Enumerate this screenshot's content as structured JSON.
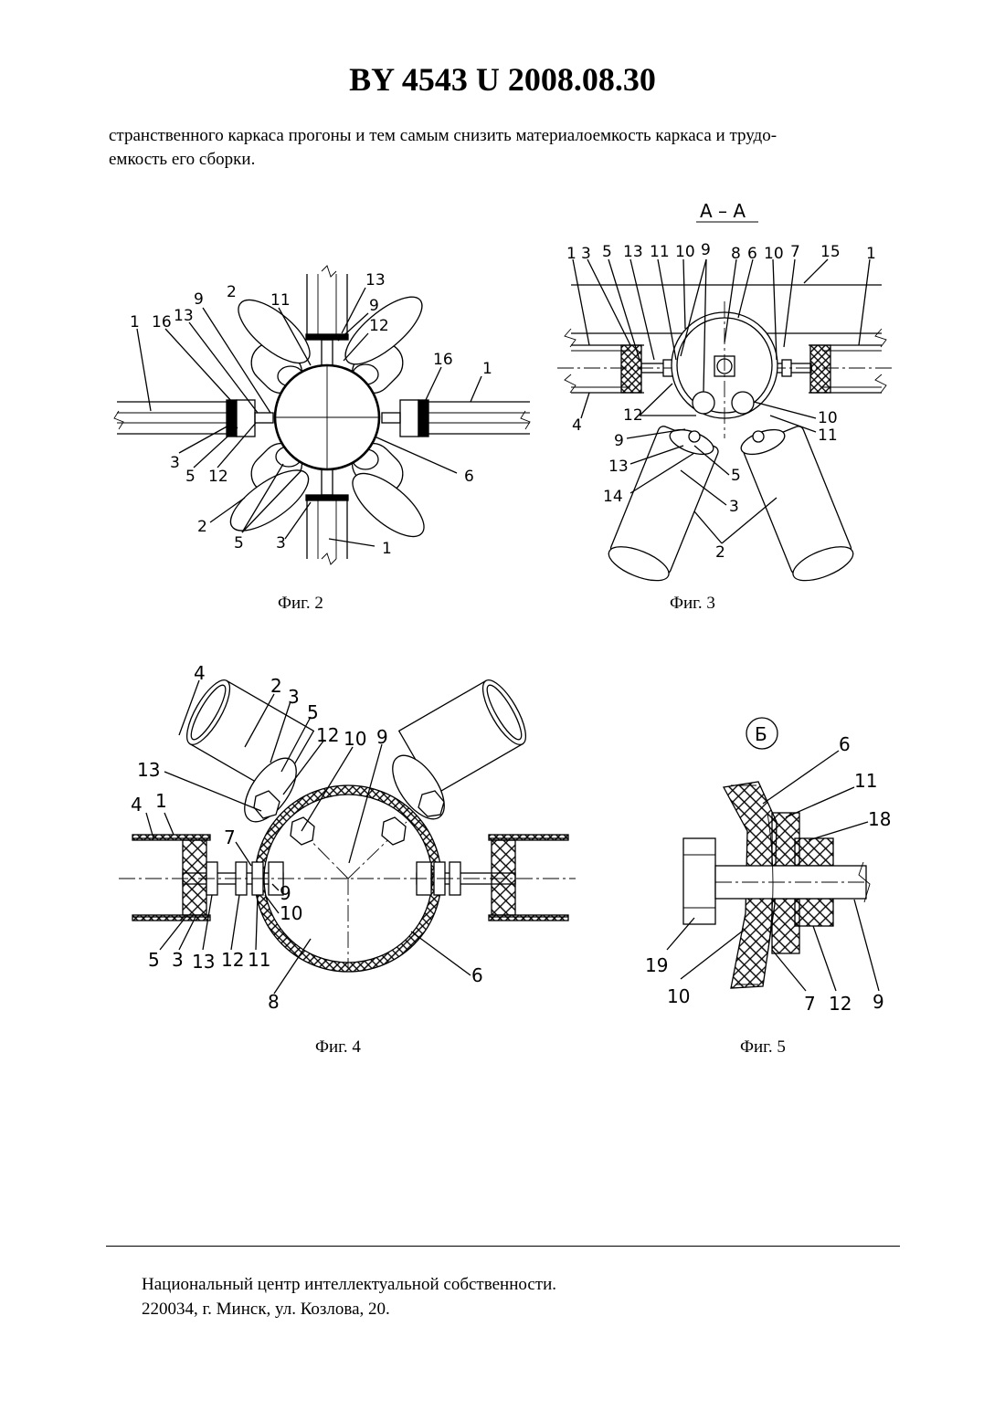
{
  "header": {
    "title": "BY  4543  U  2008.08.30"
  },
  "body_text": {
    "line1": "странственного каркаса прогоны и тем самым снизить материалоемкость каркаса и трудо-",
    "line2": "емкость его сборки."
  },
  "figures": {
    "fig2": {
      "caption": "Фиг. 2",
      "labels": [
        "1",
        "16",
        "13",
        "9",
        "2",
        "11",
        "13",
        "9",
        "12",
        "16",
        "1",
        "3",
        "5",
        "12",
        "6",
        "2",
        "5",
        "3",
        "1"
      ]
    },
    "fig3": {
      "caption": "Фиг. 3",
      "section_title": "А – А",
      "labels": [
        "1",
        "3",
        "5",
        "13",
        "11",
        "10",
        "9",
        "8",
        "6",
        "10",
        "7",
        "15",
        "1",
        "4",
        "12",
        "9",
        "13",
        "14",
        "10",
        "11",
        "5",
        "3",
        "2"
      ]
    },
    "fig4": {
      "caption": "Фиг. 4",
      "labels": [
        "4",
        "2",
        "3",
        "5",
        "12",
        "10",
        "9",
        "13",
        "4",
        "1",
        "7",
        "9",
        "10",
        "5",
        "3",
        "13",
        "12",
        "11",
        "8",
        "6"
      ]
    },
    "fig5": {
      "caption": "Фиг. 5",
      "detail_mark": "Б",
      "labels": [
        "6",
        "11",
        "18",
        "19",
        "10",
        "7",
        "12",
        "9"
      ]
    }
  },
  "footer": {
    "line1": "Национальный центр интеллектуальной собственности.",
    "line2": "220034, г. Минск, ул. Козлова, 20."
  }
}
